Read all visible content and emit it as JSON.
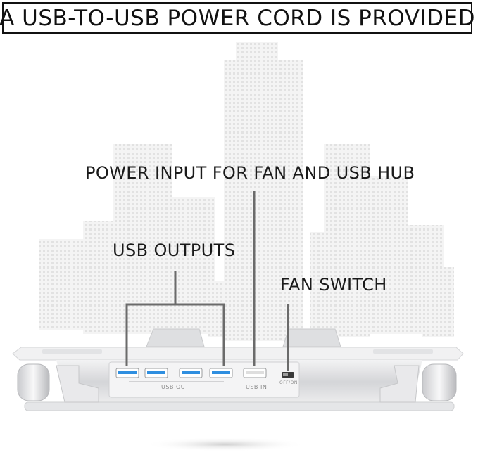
{
  "banner": {
    "text": "A USB-TO-USB POWER CORD IS PROVIDED"
  },
  "callouts": {
    "power_input": "POWER INPUT FOR FAN AND USB HUB",
    "usb_outputs": "USB OUTPUTS",
    "fan_switch": "FAN SWITCH"
  },
  "port_labels": {
    "usb_out": "USB OUT",
    "usb_in": "USB IN",
    "switch": "OFF/ON"
  },
  "colors": {
    "usb3_port": "#2f8fe0",
    "usb_in_port": "#e8e8e8",
    "stand_body": "#dcdde0",
    "skyline": "#ececec"
  }
}
